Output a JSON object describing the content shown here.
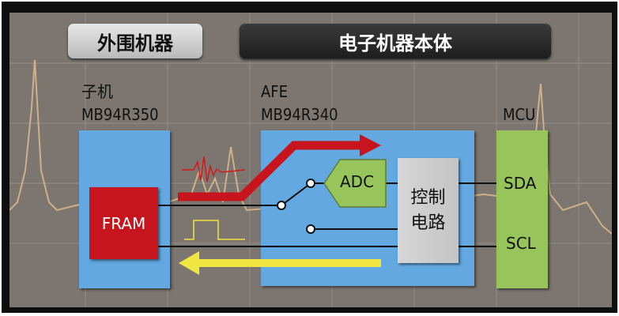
{
  "header": {
    "peripheral_label": "外围机器",
    "device_label": "电子机器本体"
  },
  "slave": {
    "title": "子机",
    "part": "MB94R350",
    "memory": "FRAM"
  },
  "afe": {
    "title": "AFE",
    "part": "MB94R340",
    "adc": "ADC",
    "control_line1": "控制",
    "control_line2": "电路"
  },
  "mcu": {
    "title": "MCU",
    "pin_sda": "SDA",
    "pin_scl": "SCL"
  },
  "colors": {
    "blue": "#63a8e0",
    "green": "#98c45c",
    "red": "#c8141d",
    "yellow": "#f0e640"
  }
}
